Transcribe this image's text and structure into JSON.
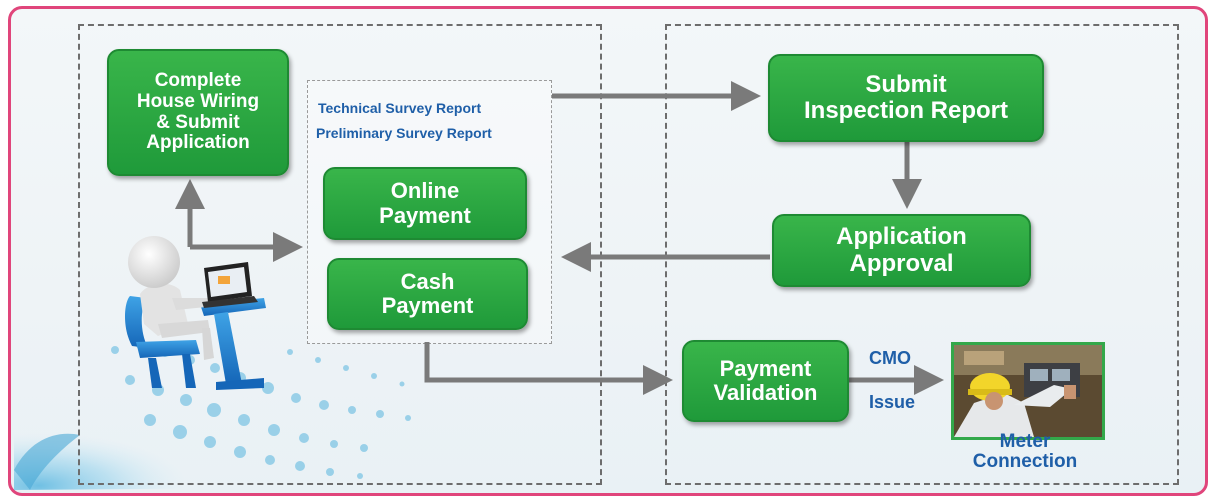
{
  "boxes": {
    "complete_wiring": "Complete\nHouse Wiring\n& Submit\nApplication",
    "online_payment": "Online\nPayment",
    "cash_payment": "Cash\nPayment",
    "submit_inspection": "Submit\nInspection Report",
    "application_approval": "Application\nApproval",
    "payment_validation": "Payment\nValidation"
  },
  "reports": {
    "technical": "Technical Survey Report",
    "preliminary": "Preliminary Survey Report"
  },
  "cmo_issue": {
    "cmo": "CMO",
    "issue": "Issue"
  },
  "meter": {
    "label": "Meter\nConnection"
  },
  "colors": {
    "green": "#2eaa45",
    "blue_text": "#1f5fa8",
    "frame": "#e0457b",
    "arrow": "#7a7a7a"
  }
}
